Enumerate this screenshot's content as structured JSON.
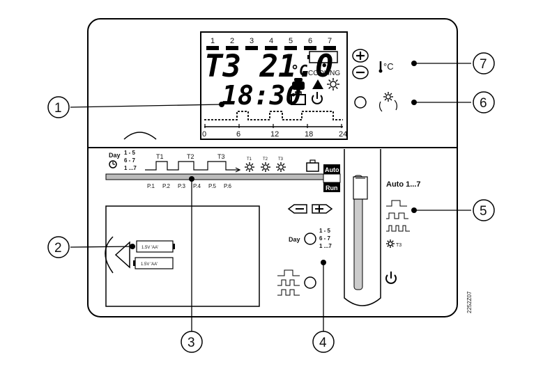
{
  "lcd": {
    "day_numbers": [
      "1",
      "2",
      "3",
      "4",
      "5",
      "6",
      "7"
    ],
    "temp_display": "T3 21.0",
    "temp_unit": "°C",
    "mode_text": "COOLING",
    "time_display": "18:30",
    "axis_ticks": [
      "0",
      "6",
      "12",
      "18",
      "24"
    ]
  },
  "panel": {
    "day_label": "Day",
    "day_groups": [
      "1 - 5",
      "6 - 7",
      "1 ...7"
    ],
    "profile_labels": [
      "T1",
      "T2",
      "T3"
    ],
    "icon_labels": [
      "T1",
      "T2",
      "T3"
    ],
    "auto_label": "Auto",
    "run_label": "Run",
    "slot_labels": [
      "P.1",
      "P.2",
      "P.3",
      "P.4",
      "P.5",
      "P.6"
    ],
    "battery_label_1": "1.5V 'AA'",
    "battery_label_2": "1.5V 'AA'",
    "day_button_label": "Day",
    "day_button_groups": [
      "1 - 5",
      "6 - 7",
      "1 ...7"
    ],
    "temp_unit_button": "°C",
    "mode_list_title": "Auto 1...7",
    "mode_list_t3": "T3",
    "doc_code": "2252Z07"
  },
  "callouts": [
    "1",
    "2",
    "3",
    "4",
    "5",
    "6",
    "7"
  ]
}
